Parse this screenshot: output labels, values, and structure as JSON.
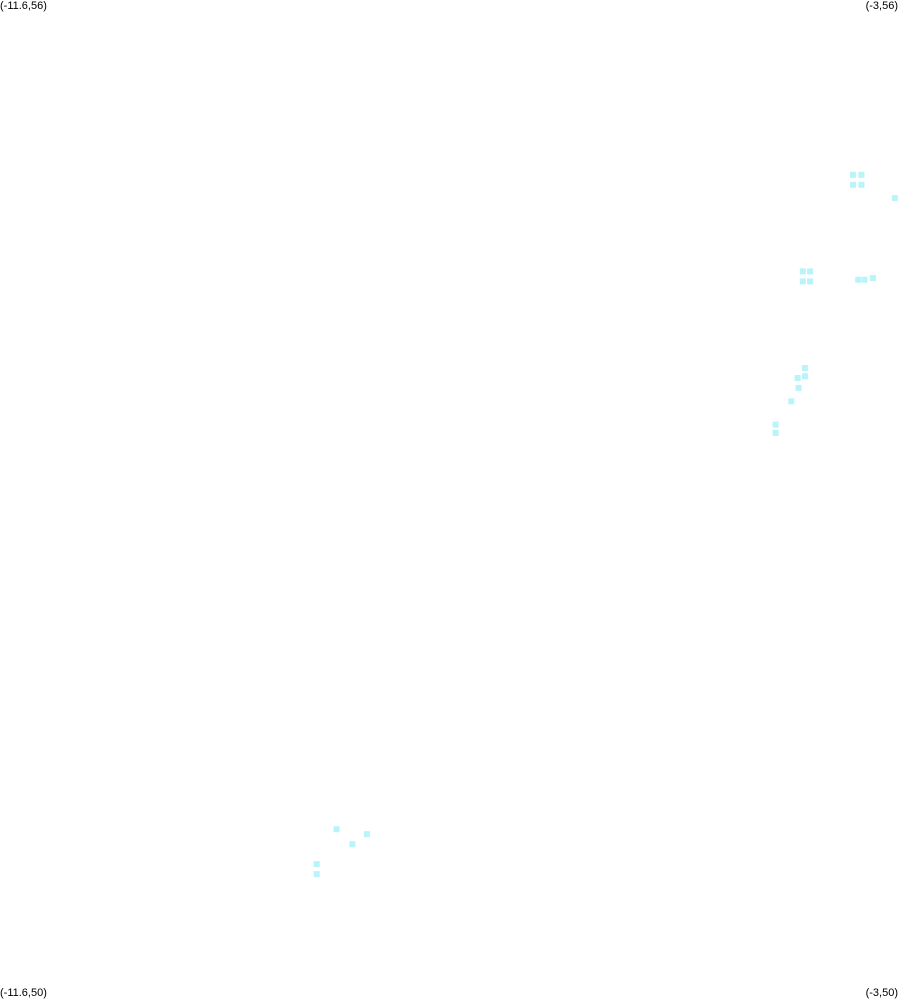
{
  "corner_labels": {
    "top_left": "(-11.6,56)",
    "top_right": "(-3,56)",
    "bottom_left": "(-11.6,50)",
    "bottom_right": "(-3,50)"
  },
  "extent": {
    "lon_min": -11.6,
    "lon_max": -3,
    "lat_min": 50,
    "lat_max": 56
  },
  "marker_color": "#b8f4f8",
  "markers": [
    {
      "lon": -3.44,
      "lat": 54.95
    },
    {
      "lon": -3.44,
      "lat": 54.89
    },
    {
      "lon": -3.36,
      "lat": 54.95
    },
    {
      "lon": -3.36,
      "lat": 54.89
    },
    {
      "lon": -3.04,
      "lat": 54.81
    },
    {
      "lon": -3.92,
      "lat": 54.37
    },
    {
      "lon": -3.92,
      "lat": 54.31
    },
    {
      "lon": -3.85,
      "lat": 54.37
    },
    {
      "lon": -3.85,
      "lat": 54.31
    },
    {
      "lon": -3.39,
      "lat": 54.32
    },
    {
      "lon": -3.33,
      "lat": 54.32
    },
    {
      "lon": -3.25,
      "lat": 54.33
    },
    {
      "lon": -3.9,
      "lat": 53.79
    },
    {
      "lon": -3.9,
      "lat": 53.74
    },
    {
      "lon": -3.97,
      "lat": 53.73
    },
    {
      "lon": -3.96,
      "lat": 53.67
    },
    {
      "lon": -4.03,
      "lat": 53.59
    },
    {
      "lon": -4.18,
      "lat": 53.45
    },
    {
      "lon": -4.18,
      "lat": 53.4
    },
    {
      "lon": -8.38,
      "lat": 51.02
    },
    {
      "lon": -8.23,
      "lat": 50.93
    },
    {
      "lon": -8.09,
      "lat": 50.99
    },
    {
      "lon": -8.57,
      "lat": 50.81
    },
    {
      "lon": -8.57,
      "lat": 50.75
    }
  ]
}
